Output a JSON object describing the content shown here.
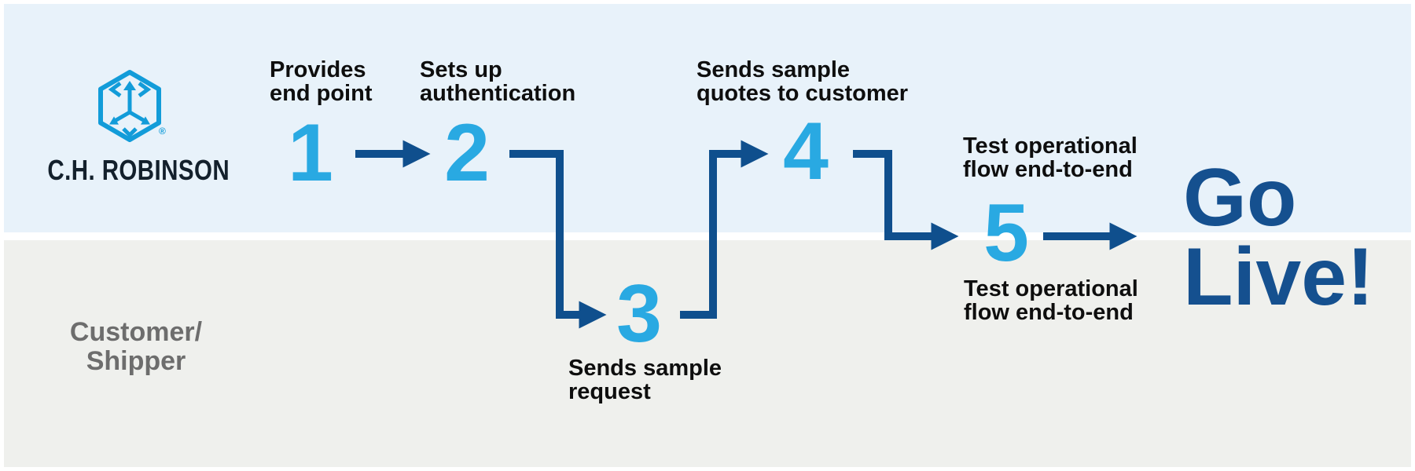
{
  "brand": {
    "name": "C.H. ROBINSON",
    "registered_mark": "®",
    "logo_icon": "hexagon-arrows-icon"
  },
  "lanes": {
    "top": {
      "owner": "C.H. ROBINSON",
      "bg": "#e8f2fa"
    },
    "bottom": {
      "label_line1": "Customer/",
      "label_line2": "Shipper",
      "bg": "#eff0ed",
      "label_color": "#6d6d6d"
    }
  },
  "steps": [
    {
      "number": "1",
      "lane": "top",
      "label_position": "above",
      "label_lines": [
        "Provides",
        "end point"
      ]
    },
    {
      "number": "2",
      "lane": "top",
      "label_position": "above",
      "label_lines": [
        "Sets up",
        "authentication"
      ]
    },
    {
      "number": "3",
      "lane": "bottom",
      "label_position": "below",
      "label_lines": [
        "Sends sample",
        "request"
      ]
    },
    {
      "number": "4",
      "lane": "top",
      "label_position": "above",
      "label_lines": [
        "Sends sample",
        "quotes to customer"
      ]
    },
    {
      "number": "5",
      "lane": "boundary",
      "label_top": [
        "Test operational",
        "flow end-to-end"
      ],
      "label_bottom": [
        "Test operational",
        "flow end-to-end"
      ]
    }
  ],
  "go_live": {
    "line1": "Go",
    "line2": "Live!"
  },
  "flow": {
    "sequence": [
      "1",
      "2",
      "3",
      "4",
      "5",
      "Go Live!"
    ],
    "arrow_color": "#0f4f8d"
  },
  "colors": {
    "step_number_blue": "#29a9e2",
    "arrow_navy": "#0f4f8d",
    "go_live_navy": "#15508f",
    "logo_blue": "#129cd9",
    "label_text": "#0e0e0e",
    "lane_top_bg": "#e8f2fa",
    "lane_bottom_bg": "#eff0ed"
  }
}
